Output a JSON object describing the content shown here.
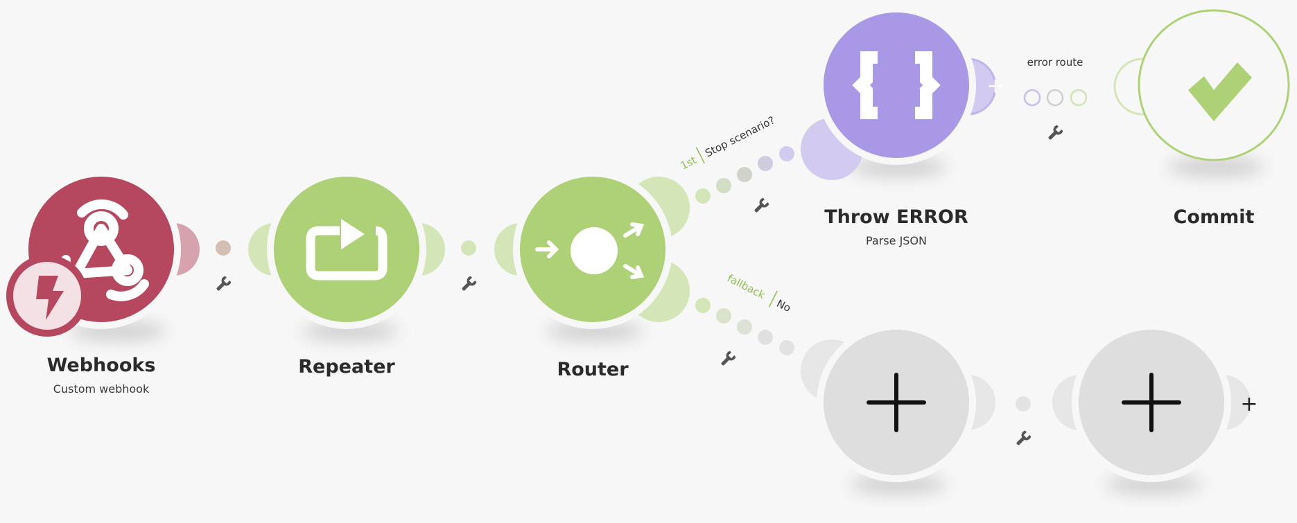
{
  "modules": {
    "webhooks": {
      "title": "Webhooks",
      "subtitle": "Custom webhook",
      "icon": "webhook-icon",
      "badge_icon": "instant-trigger-icon",
      "color": "#b5485f"
    },
    "repeater": {
      "title": "Repeater",
      "icon": "repeat-icon",
      "color": "#aed077"
    },
    "router": {
      "title": "Router",
      "icon": "router-icon",
      "color": "#aed077"
    },
    "throw_error": {
      "title": "Throw ERROR",
      "subtitle": "Parse JSON",
      "icon": "json-braces-icon",
      "color": "#a898e6"
    },
    "commit": {
      "title": "Commit",
      "icon": "checkmark-icon",
      "color": "#aed077"
    },
    "empty_1": {
      "icon": "plus-icon",
      "color": "#dedede"
    },
    "empty_2": {
      "icon": "plus-icon",
      "color": "#dedede"
    }
  },
  "routes": {
    "upper": {
      "order": "1st",
      "label": "Stop scenario?"
    },
    "lower": {
      "order": "fallback",
      "label": "No"
    },
    "error": {
      "label": "error route"
    }
  },
  "add_handle_label": "+",
  "colors": {
    "background": "#f7f7f7",
    "accent_green": "#8cbd4f",
    "purple": "#a898e6",
    "crimson": "#b5485f"
  }
}
